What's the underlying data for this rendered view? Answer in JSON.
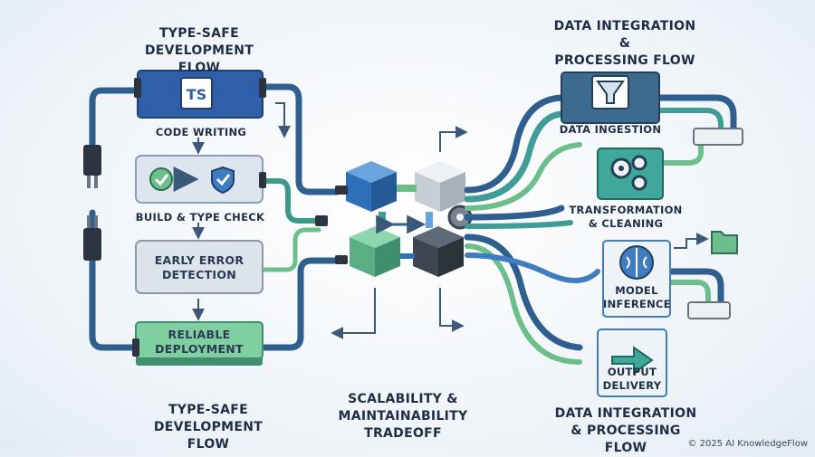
{
  "left": {
    "title_top": "Type-Safe\nDevelopment Flow",
    "title_bottom": "Type-Safe\nDevelopment Flow",
    "ts_badge": "TS",
    "steps": [
      {
        "label": "Code Writing",
        "icon": "typescript-icon"
      },
      {
        "label": "Build & Type Check",
        "icon": "check-shield-icon"
      },
      {
        "label": "Early Error\nDetection",
        "icon": ""
      },
      {
        "label": "Reliable\nDeployment",
        "icon": ""
      }
    ]
  },
  "center": {
    "title": "Scalability &\nMaintainability\nTradeoff"
  },
  "right": {
    "title_top": "Data Integration &\nProcessing Flow",
    "title_bottom": "Data Integration\n& Processing Flow",
    "steps": [
      {
        "label": "Data Ingestion",
        "icon": "funnel-icon"
      },
      {
        "label": "Transformation\n& Cleaning",
        "icon": "gears-icon"
      },
      {
        "label": "Model\nInference",
        "icon": "brain-icon"
      },
      {
        "label": "Output\nDelivery",
        "icon": "arrow-icon"
      }
    ]
  },
  "footer": {
    "copyright": "© 2025 AI KnowledgeFlow"
  },
  "colors": {
    "navy": "#1f2e45",
    "blue": "#3f7cc0",
    "teal": "#3f9c98",
    "green": "#6cbf8a",
    "dark": "#3d4650",
    "gray": "#dde3ea"
  }
}
